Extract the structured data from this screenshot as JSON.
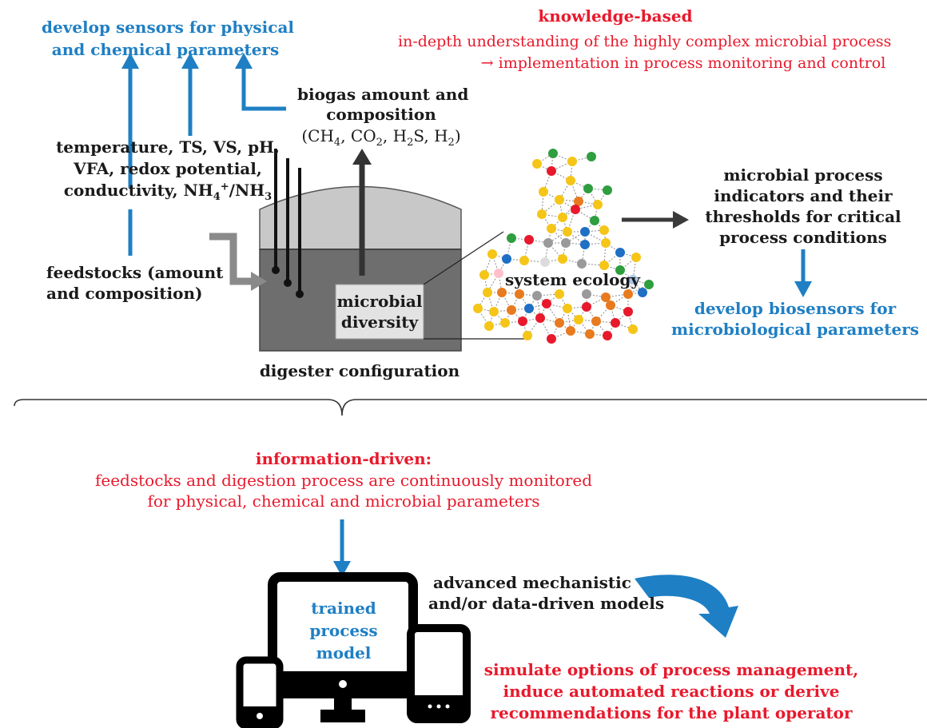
{
  "top_left": {
    "line1": "develop sensors for physical",
    "line2": "and chemical parameters"
  },
  "knowledge": {
    "title": "knowledge-based",
    "line1": "in-depth understanding of the highly complex microbial process",
    "line2": "→ implementation in process monitoring and control"
  },
  "biogas": {
    "line1": "biogas amount and",
    "line2": "composition",
    "gases": [
      "CH",
      "CO",
      "H",
      "S",
      "H"
    ]
  },
  "parameters": {
    "line1": "temperature, TS, VS, pH,",
    "line2": "VFA, redox potential,",
    "line3_prefix": "conductivity, NH",
    "line3_suffix": "/NH"
  },
  "feedstocks": {
    "line1": "feedstocks (amount",
    "line2": "and composition)"
  },
  "digester": {
    "box_line1": "microbial",
    "box_line2": "diversity",
    "caption": "digester configuration"
  },
  "network": {
    "label": "system ecology"
  },
  "indicators": {
    "line1": "microbial process",
    "line2": "indicators and their",
    "line3": "thresholds for critical",
    "line4": "process conditions"
  },
  "biosensors": {
    "line1": "develop biosensors for",
    "line2": "microbiological parameters"
  },
  "info": {
    "title": "information-driven:",
    "line1": "feedstocks and digestion process are continuously monitored",
    "line2": "for physical, chemical and microbial parameters"
  },
  "models": {
    "line1": "advanced mechanistic",
    "line2": "and/or data-driven models"
  },
  "trained": {
    "line1": "trained",
    "line2": "process",
    "line3": "model"
  },
  "simulate": {
    "line1": "simulate options of process management,",
    "line2": "induce automated reactions or derive",
    "line3": "recommendations for the plant operator"
  },
  "colors": {
    "blue": "#1f7fc4",
    "red": "#e8192c",
    "dark_arrow": "#3a3a3a",
    "digester_top": "#c8c8c8",
    "digester_bottom": "#6e6e6e"
  }
}
